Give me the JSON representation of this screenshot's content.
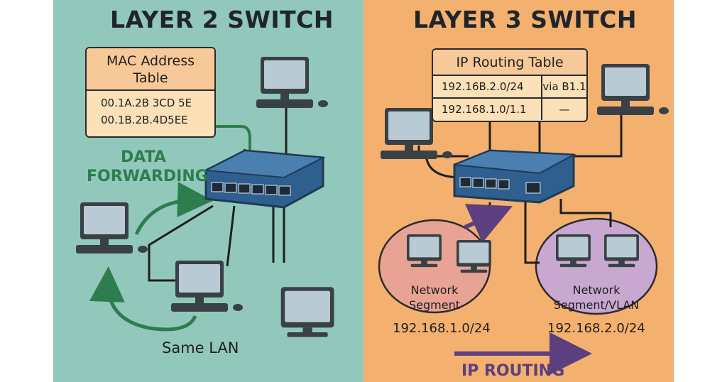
{
  "left_panel": {
    "title": "LAYER 2 SWITCH",
    "background": "#92c8bb",
    "mac_table": {
      "title_line1": "MAC Address",
      "title_line2": "Table",
      "entries": [
        "00.1A.2B 3CD 5E",
        "00.1B.2B.4D5EE"
      ]
    },
    "forwarding_label_line1": "DATA",
    "forwarding_label_line2": "FORWARDING",
    "same_lan_label": "Same LAN",
    "arrow_color": "#2e7d4f"
  },
  "right_panel": {
    "title": "LAYER 3 SWITCH",
    "background": "#f4b06e",
    "routing_table": {
      "title": "IP Routing Table",
      "rows": [
        {
          "network": "192.16B.2.0/24",
          "via": "via B1.1"
        },
        {
          "network": "192.168.1.0/1.1",
          "via": "—"
        }
      ]
    },
    "segment_left": {
      "label_line1": "Network",
      "label_line2": "Segment",
      "subnet": "192.168.1.0/24",
      "color": "#e8a394"
    },
    "segment_right": {
      "label_line1": "Network",
      "label_line2": "Segment/VLAN",
      "subnet": "192.168.2.0/24",
      "color": "#c8a8d0"
    },
    "routing_label": "IP ROUTING",
    "arrow_color": "#5b3f7e"
  },
  "colors": {
    "switch_body": "#2f5f8f",
    "switch_top": "#4a7fb0",
    "monitor_screen": "#b8cad4",
    "monitor_frame": "#3a4146",
    "cable": "#1e1e1e"
  }
}
